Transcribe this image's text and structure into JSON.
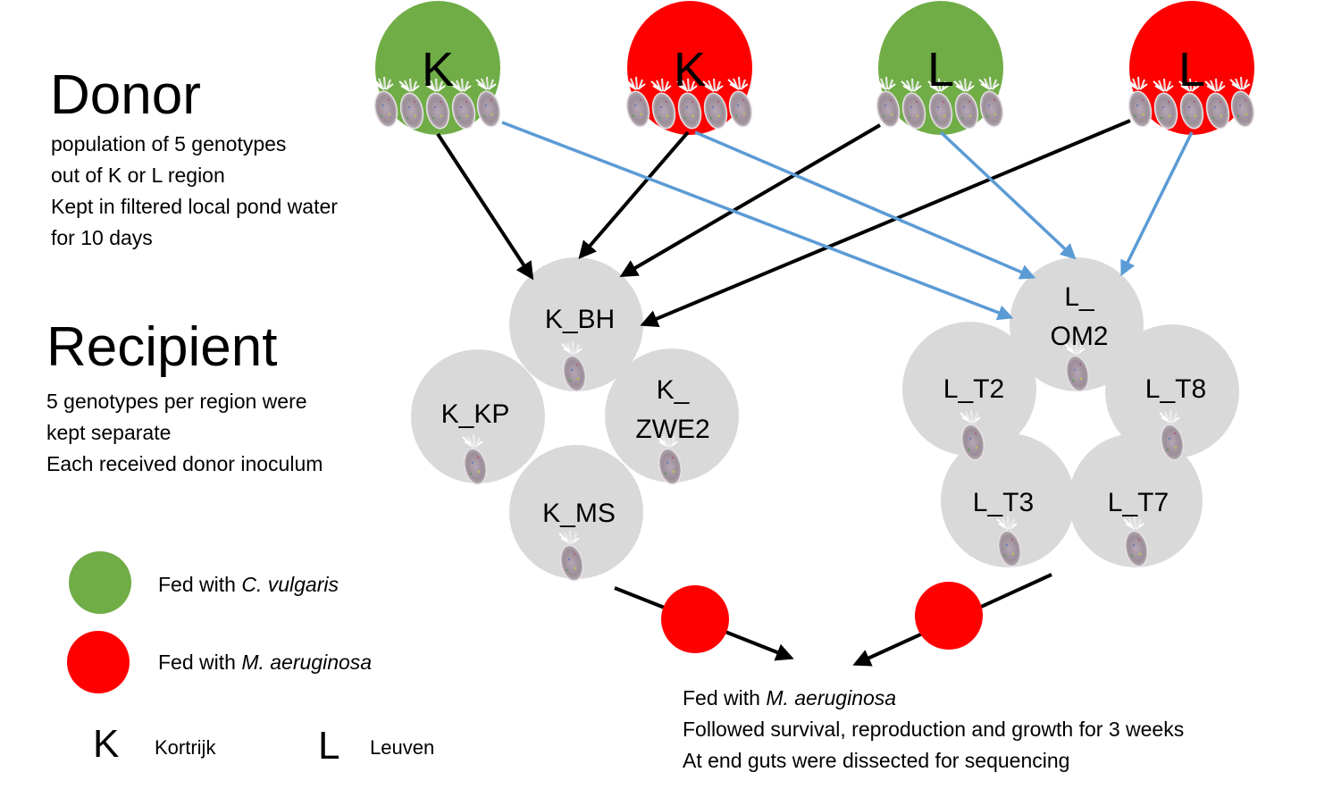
{
  "donor": {
    "title": "Donor",
    "lines": [
      "population of 5 genotypes",
      "out of K or L region",
      "Kept in filtered local pond water",
      "for 10 days"
    ],
    "groups": [
      {
        "letter": "K",
        "food": "C. vulgaris",
        "color": "#70AD47",
        "daphnia_count": 5
      },
      {
        "letter": "K",
        "food": "M. aeruginosa",
        "color": "#FF0000",
        "daphnia_count": 5
      },
      {
        "letter": "L",
        "food": "C. vulgaris",
        "color": "#70AD47",
        "daphnia_count": 5
      },
      {
        "letter": "L",
        "food": "M. aeruginosa",
        "color": "#FF0000",
        "daphnia_count": 5
      }
    ]
  },
  "recipient": {
    "title": "Recipient",
    "lines": [
      "5 genotypes per region were",
      "kept separate",
      "Each received donor inoculum"
    ],
    "k_genotypes": [
      {
        "label_lines": [
          "K_BH"
        ]
      },
      {
        "label_lines": [
          "K_KP"
        ]
      },
      {
        "label_lines": [
          "K_",
          "ZWE2"
        ]
      },
      {
        "label_lines": [
          "K_MS"
        ]
      }
    ],
    "l_genotypes": [
      {
        "label_lines": [
          "L_",
          "OM2"
        ]
      },
      {
        "label_lines": [
          "L_T2"
        ]
      },
      {
        "label_lines": [
          "L_T8"
        ]
      },
      {
        "label_lines": [
          "L_T3"
        ]
      },
      {
        "label_lines": [
          "L_T7"
        ]
      }
    ],
    "genotype_color": "#D9D9D9"
  },
  "connections": {
    "to_K_BH": {
      "color": "#000000",
      "from": [
        "K / C. vulgaris",
        "K / M. aeruginosa",
        "L / C. vulgaris",
        "L / M. aeruginosa"
      ]
    },
    "to_L_OM2": {
      "color": "#5B9BD5",
      "from": [
        "K / C. vulgaris",
        "K / M. aeruginosa",
        "L / C. vulgaris",
        "L / M. aeruginosa"
      ]
    }
  },
  "outcome": {
    "food_prefix": "Fed with ",
    "food_species": "M. aeruginosa",
    "line2": "Followed survival, reproduction and growth for 3 weeks",
    "line3": "At end guts were dissected for sequencing",
    "marker_color": "#FF0000"
  },
  "legend": {
    "green": {
      "prefix": "Fed with ",
      "species": "C. vulgaris",
      "color": "#70AD47"
    },
    "red": {
      "prefix": "Fed with ",
      "species": "M. aeruginosa",
      "color": "#FF0000"
    },
    "k": {
      "letter": "K",
      "name": "Kortrijk"
    },
    "l": {
      "letter": "L",
      "name": "Leuven"
    }
  }
}
